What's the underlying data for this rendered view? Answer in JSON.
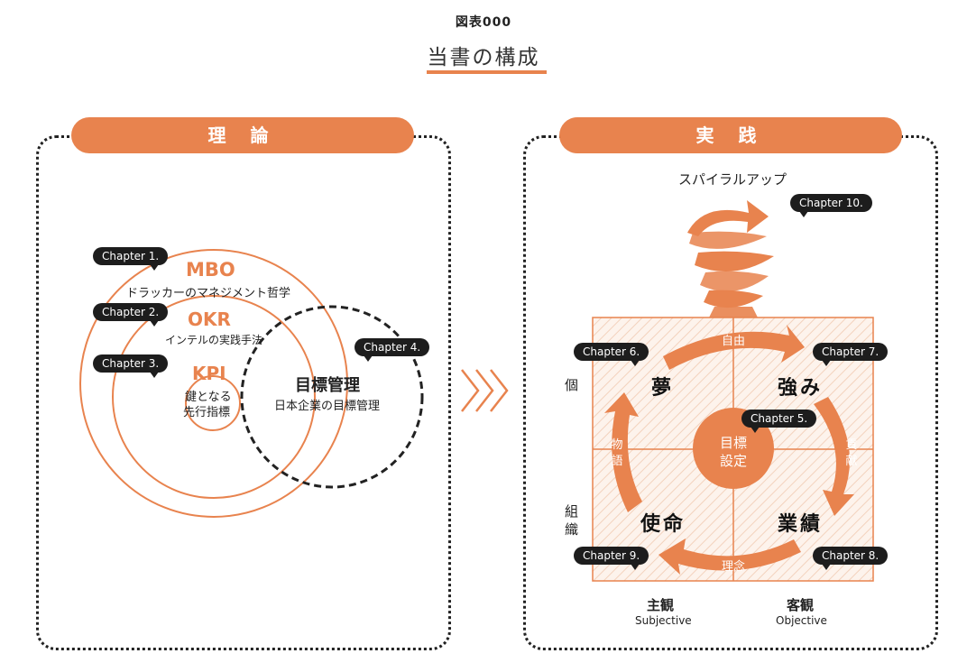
{
  "figure": {
    "label": "図表000",
    "title": "当書の構成"
  },
  "theory": {
    "title": "理 論",
    "chapter1": "Chapter 1.",
    "mbo": "MBO",
    "mbo_desc": "ドラッカーのマネジメント哲学",
    "chapter2": "Chapter 2.",
    "okr": "OKR",
    "okr_desc": "インテルの実践手法",
    "chapter3": "Chapter 3.",
    "kpi": "KPI",
    "kpi_desc1": "鍵となる",
    "kpi_desc2": "先行指標",
    "chapter4": "Chapter 4.",
    "goal": "目標管理",
    "goal_desc": "日本企業の目標管理"
  },
  "practice": {
    "title": "実 践",
    "spiral": "スパイラルアップ",
    "chapter10": "Chapter 10.",
    "chapter6": "Chapter 6.",
    "chapter7": "Chapter 7.",
    "chapter5": "Chapter 5.",
    "chapter8": "Chapter 8.",
    "chapter9": "Chapter 9.",
    "dream": "夢",
    "strength": "強み",
    "performance": "業績",
    "mission": "使命",
    "center1": "目標",
    "center2": "設定",
    "freedom": "自由",
    "contribution1": "貢",
    "contribution2": "献",
    "philosophy": "理念",
    "story1": "物",
    "story2": "語",
    "individual": "個",
    "organization1": "組",
    "organization2": "織",
    "subjective": "主観",
    "subjective_en": "Subjective",
    "objective": "客観",
    "objective_en": "Objective"
  },
  "colors": {
    "accent": "#e8834e",
    "bubble": "#1d1d1d"
  }
}
